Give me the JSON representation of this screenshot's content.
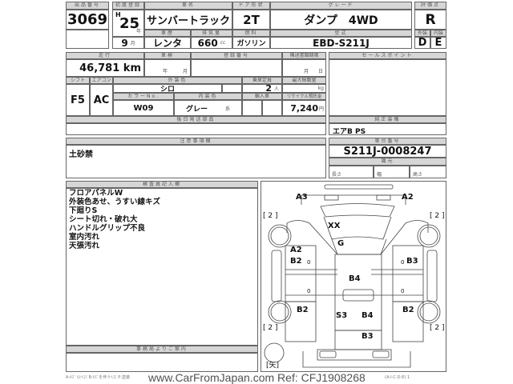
{
  "lot": {
    "label": "出品番号",
    "value": "3069"
  },
  "first_reg": {
    "label": "初度登録",
    "era": "H",
    "year": "25",
    "year_unit": "年",
    "month": "9",
    "month_unit": "月"
  },
  "car_name": {
    "label": "車名",
    "value": "サンバートラック"
  },
  "doors": {
    "label": "ドア形状",
    "value": "2T"
  },
  "grade": {
    "label": "グレード",
    "value": "ダンプ　4WD"
  },
  "score": {
    "label": "評価点",
    "value": "R",
    "exterior_label": "外装",
    "exterior": "D",
    "interior_label": "内装",
    "interior": "E"
  },
  "history": {
    "label": "車歴",
    "value": "レンタ"
  },
  "displacement": {
    "label": "排気量",
    "value": "660",
    "unit": "cc"
  },
  "fuel": {
    "label": "燃料",
    "value": "ガソリン"
  },
  "model": {
    "label": "型式",
    "value": "EBD-S211J"
  },
  "mileage": {
    "label": "走行",
    "value": "46,781 km"
  },
  "inspection": {
    "label": "車検",
    "year_unit": "年",
    "month_unit": "月"
  },
  "registration": {
    "label": "登録番号"
  },
  "docs_deadline": {
    "label": "陳述書類期限",
    "month_unit": "月",
    "day_unit": "日"
  },
  "shift": {
    "label": "シフト",
    "value": "F5"
  },
  "aircon": {
    "label": "エアコン",
    "value": "AC"
  },
  "ext_color": {
    "label": "外装色",
    "value": "シロ"
  },
  "capacity": {
    "label": "乗車定員",
    "value": "2",
    "unit": "人"
  },
  "max_load": {
    "label": "最大積載量",
    "unit": "kg"
  },
  "color_no": {
    "label": "カラーNo.",
    "value": "W09"
  },
  "int_color": {
    "label": "内装色",
    "value": "グレー",
    "unit": "系"
  },
  "import": {
    "label": "輸入車"
  },
  "recycle": {
    "label": "リサイクル預託金",
    "value": "7,240",
    "unit": "円"
  },
  "later_parts": {
    "label": "後日発送部品"
  },
  "sales_points": {
    "label": "セールスポイント"
  },
  "equipment": {
    "label": "純正装備",
    "value": "エアB PS"
  },
  "cautions": {
    "label": "注意事項欄",
    "value": "土砂禁"
  },
  "chassis": {
    "label": "車台番号",
    "value": "S211J-0008247",
    "origin_label": "識元",
    "length": "長さ",
    "width": "幅",
    "height": "高さ"
  },
  "inspector": {
    "label": "検査員記入欄",
    "notes": [
      "フロアパネルW",
      "外装色あせ、うすい線キズ",
      "下廻りS",
      "シート切れ・破れ大",
      "ハンドルグリップ不良",
      "室内汚れ",
      "天張汚れ"
    ]
  },
  "office": {
    "label": "事務局よりご案内"
  },
  "diagram": {
    "marks": [
      "A3",
      "A2",
      "XX",
      "G",
      "A2",
      "B2",
      "B3",
      "B4",
      "B2",
      "B2",
      "S3",
      "B4",
      "B3"
    ],
    "tires": [
      "[ 2 ]",
      "[ 2 ]",
      "[ 2 ]",
      "[ 2 ]"
    ],
    "spare": "[矢]",
    "zeros": [
      "0",
      "0",
      "0",
      "0"
    ]
  },
  "footer": {
    "legend": "A:ｷｽﾞ U:ﾍｺﾐ B:ｷｽﾞを伴うﾍｺﾐ P:塗装",
    "legend_end": "(A-I-C-D-E) 1",
    "watermark": "www.CarFromJapan.com Ref: CFJ1908268"
  }
}
